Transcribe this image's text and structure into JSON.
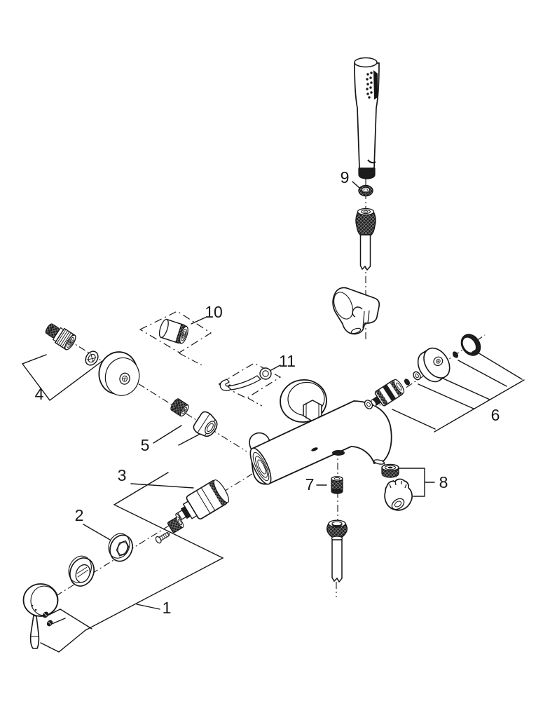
{
  "diagram": {
    "type": "exploded-parts-diagram",
    "subject": "wall-mounted single-lever bath/shower mixer with stick hand shower, hose, wall holder and spare parts",
    "background": "#ffffff",
    "line_color": "#161616",
    "labels": [
      {
        "number": "1",
        "part": "lever-handle-with-set-screws"
      },
      {
        "number": "2",
        "part": "cap-and-retaining-ring"
      },
      {
        "number": "3",
        "part": "cartridge-with-nut-and-screw"
      },
      {
        "number": "4",
        "part": "s-union-washer-and-escutcheon"
      },
      {
        "number": "5",
        "part": "filter-insert-and-union-nut"
      },
      {
        "number": "6",
        "part": "outlet-valve-escutcheon-and-cap"
      },
      {
        "number": "7",
        "part": "check-valve-insert"
      },
      {
        "number": "8",
        "part": "mousseur-and-diverter-knob"
      },
      {
        "number": "9",
        "part": "hand-shower-seal-ring"
      },
      {
        "number": "10",
        "part": "extension-adapter-optional"
      },
      {
        "number": "11",
        "part": "wrench-tool-optional"
      }
    ]
  }
}
